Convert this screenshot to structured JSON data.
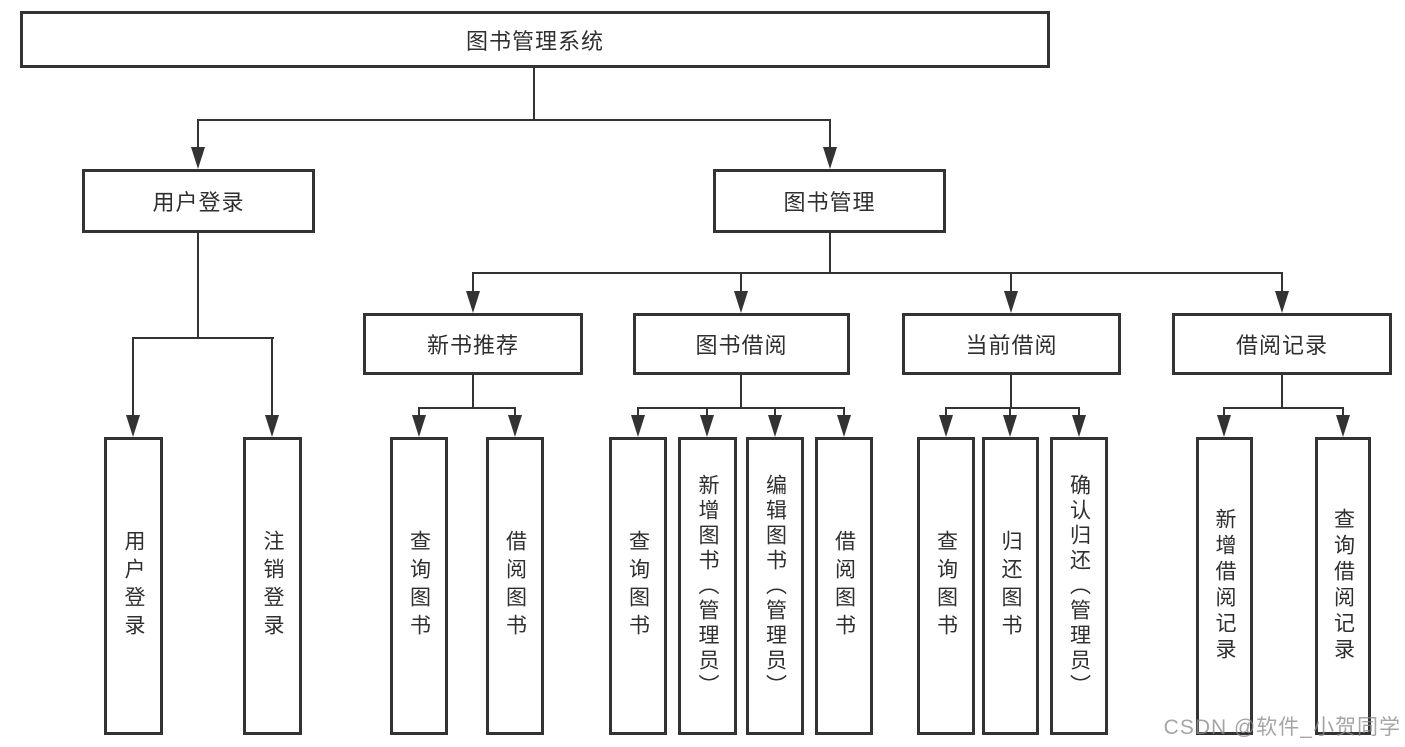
{
  "tree": {
    "root": "图书管理系统",
    "branches": [
      {
        "label": "用户登录",
        "children": [
          {
            "label": "用户登录"
          },
          {
            "label": "注销登录"
          }
        ]
      },
      {
        "label": "图书管理",
        "children": [
          {
            "label": "新书推荐",
            "children": [
              {
                "label": "查询图书"
              },
              {
                "label": "借阅图书"
              }
            ]
          },
          {
            "label": "图书借阅",
            "children": [
              {
                "label": "查询图书"
              },
              {
                "label": "新增图书（管理员）"
              },
              {
                "label": "编辑图书（管理员）"
              },
              {
                "label": "借阅图书"
              }
            ]
          },
          {
            "label": "当前借阅",
            "children": [
              {
                "label": "查询图书"
              },
              {
                "label": "归还图书"
              },
              {
                "label": "确认归还（管理员）"
              }
            ]
          },
          {
            "label": "借阅记录",
            "children": [
              {
                "label": "新增借阅记录"
              },
              {
                "label": "查询借阅记录"
              }
            ]
          }
        ]
      }
    ]
  },
  "watermark": {
    "text": "CSDN @软件_小贺同学"
  },
  "colors": {
    "line": "#333333",
    "text": "#2f2f2f",
    "background": "#ffffff",
    "watermark": "#8c8c8c"
  }
}
